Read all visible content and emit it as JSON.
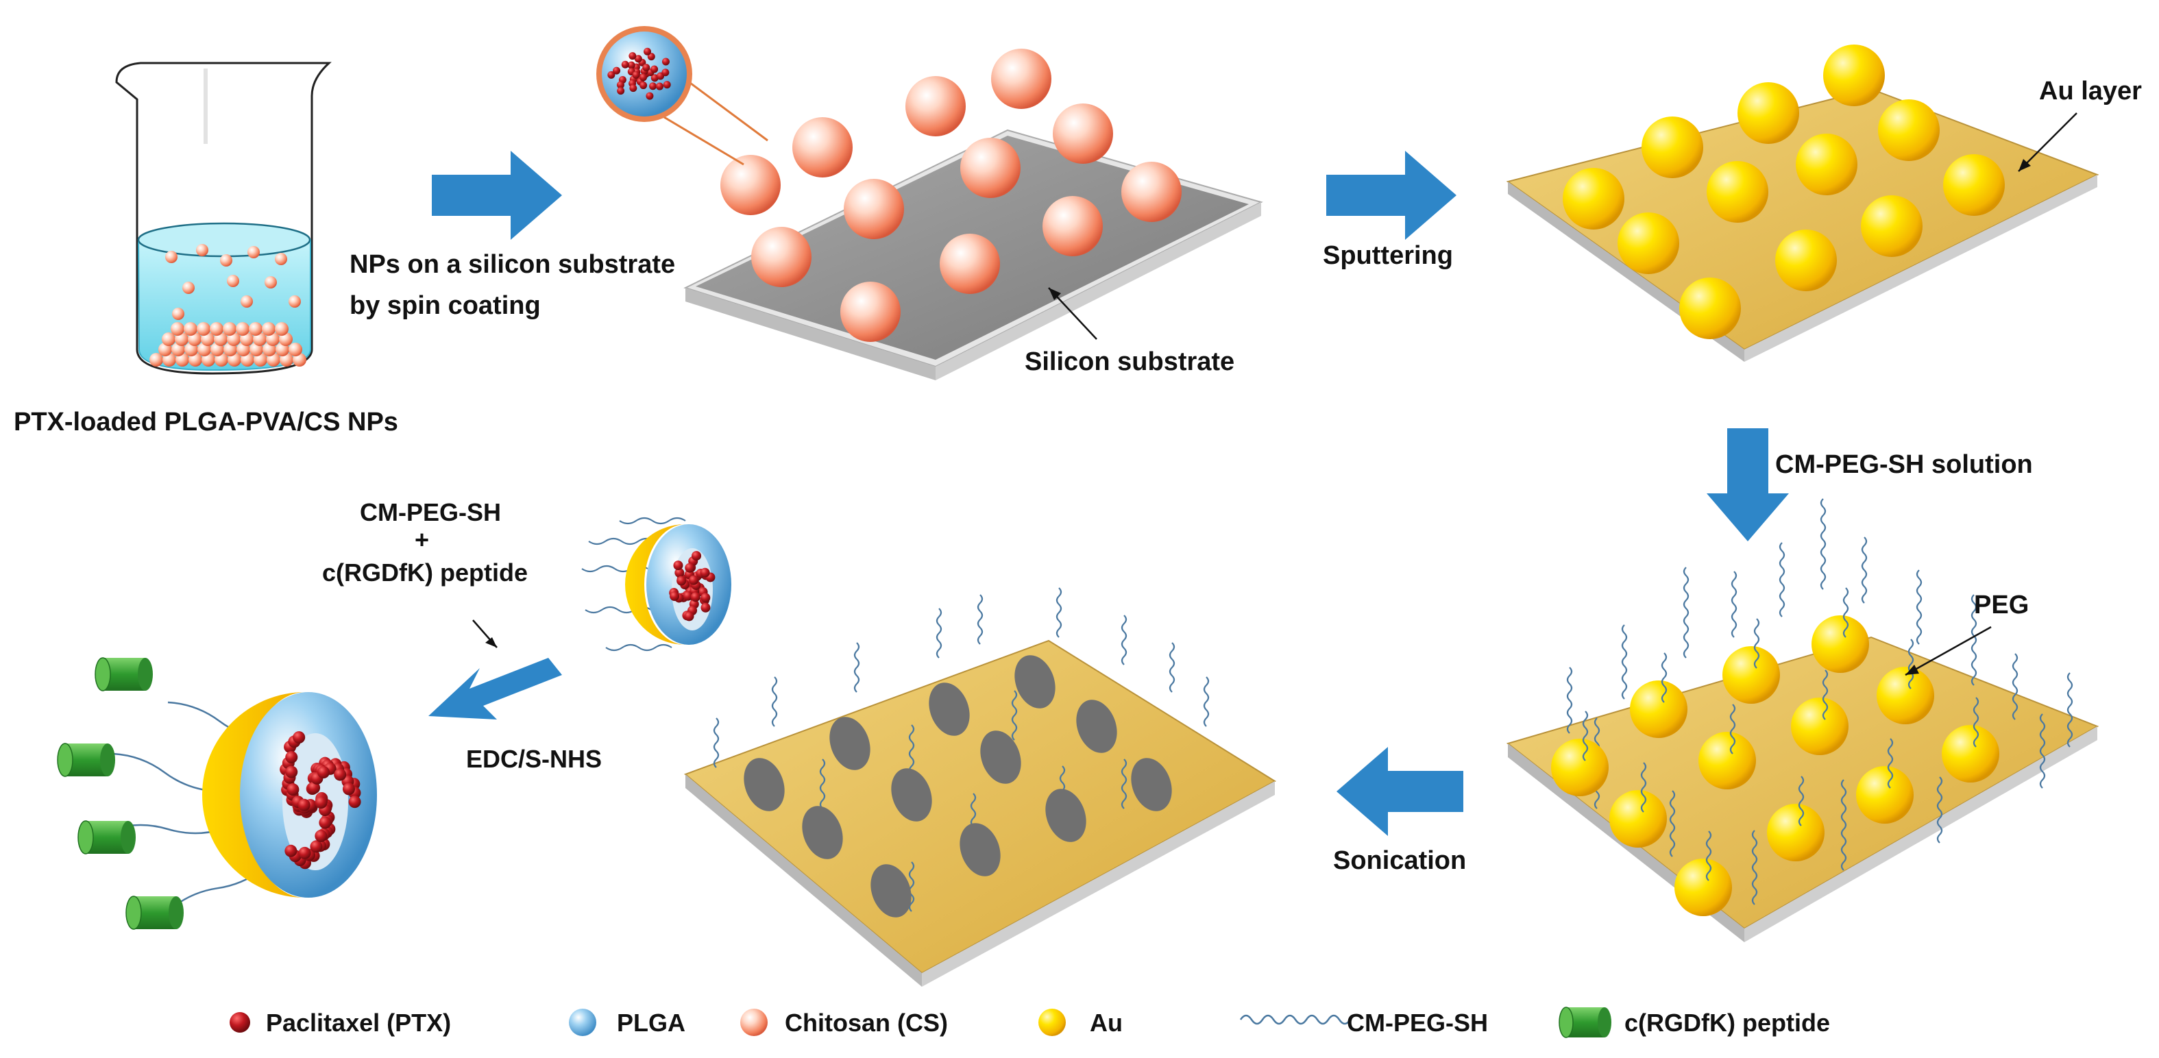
{
  "labels": {
    "beaker_caption": "PTX-loaded PLGA-PVA/CS NPs",
    "step1_line1": "NPs on a silicon substrate",
    "step1_line2": "by spin coating",
    "silicon_substrate": "Silicon substrate",
    "sputtering": "Sputtering",
    "au_layer": "Au layer",
    "cm_peg_sh_solution": "CM-PEG-SH solution",
    "peg": "PEG",
    "sonication": "Sonication",
    "reagent_line1": "CM-PEG-SH",
    "reagent_plus": "+",
    "reagent_line2": "c(RGDfK) peptide",
    "edc": "EDC/S-NHS"
  },
  "legend": {
    "items": [
      {
        "label": "Paclitaxel (PTX)",
        "icon": "red-dot-icon"
      },
      {
        "label": "PLGA",
        "icon": "blue-sphere-icon"
      },
      {
        "label": "Chitosan (CS)",
        "icon": "orange-sphere-icon"
      },
      {
        "label": "Au",
        "icon": "gold-sphere-icon"
      },
      {
        "label": "CM-PEG-SH",
        "icon": "wavy-chain-icon"
      },
      {
        "label": "c(RGDfK) peptide",
        "icon": "green-cylinder-icon"
      }
    ]
  },
  "colors": {
    "arrow": "#2e86c8",
    "chitosan": "#f4977a",
    "gold": "#f7d000",
    "plga": "#6fb3dd",
    "ptx": "#a4161a",
    "peptide": "#3aa83a",
    "substrate_gray": "#888888",
    "gold_film": "#e8c35c",
    "peg_chain": "#4a78a0"
  }
}
